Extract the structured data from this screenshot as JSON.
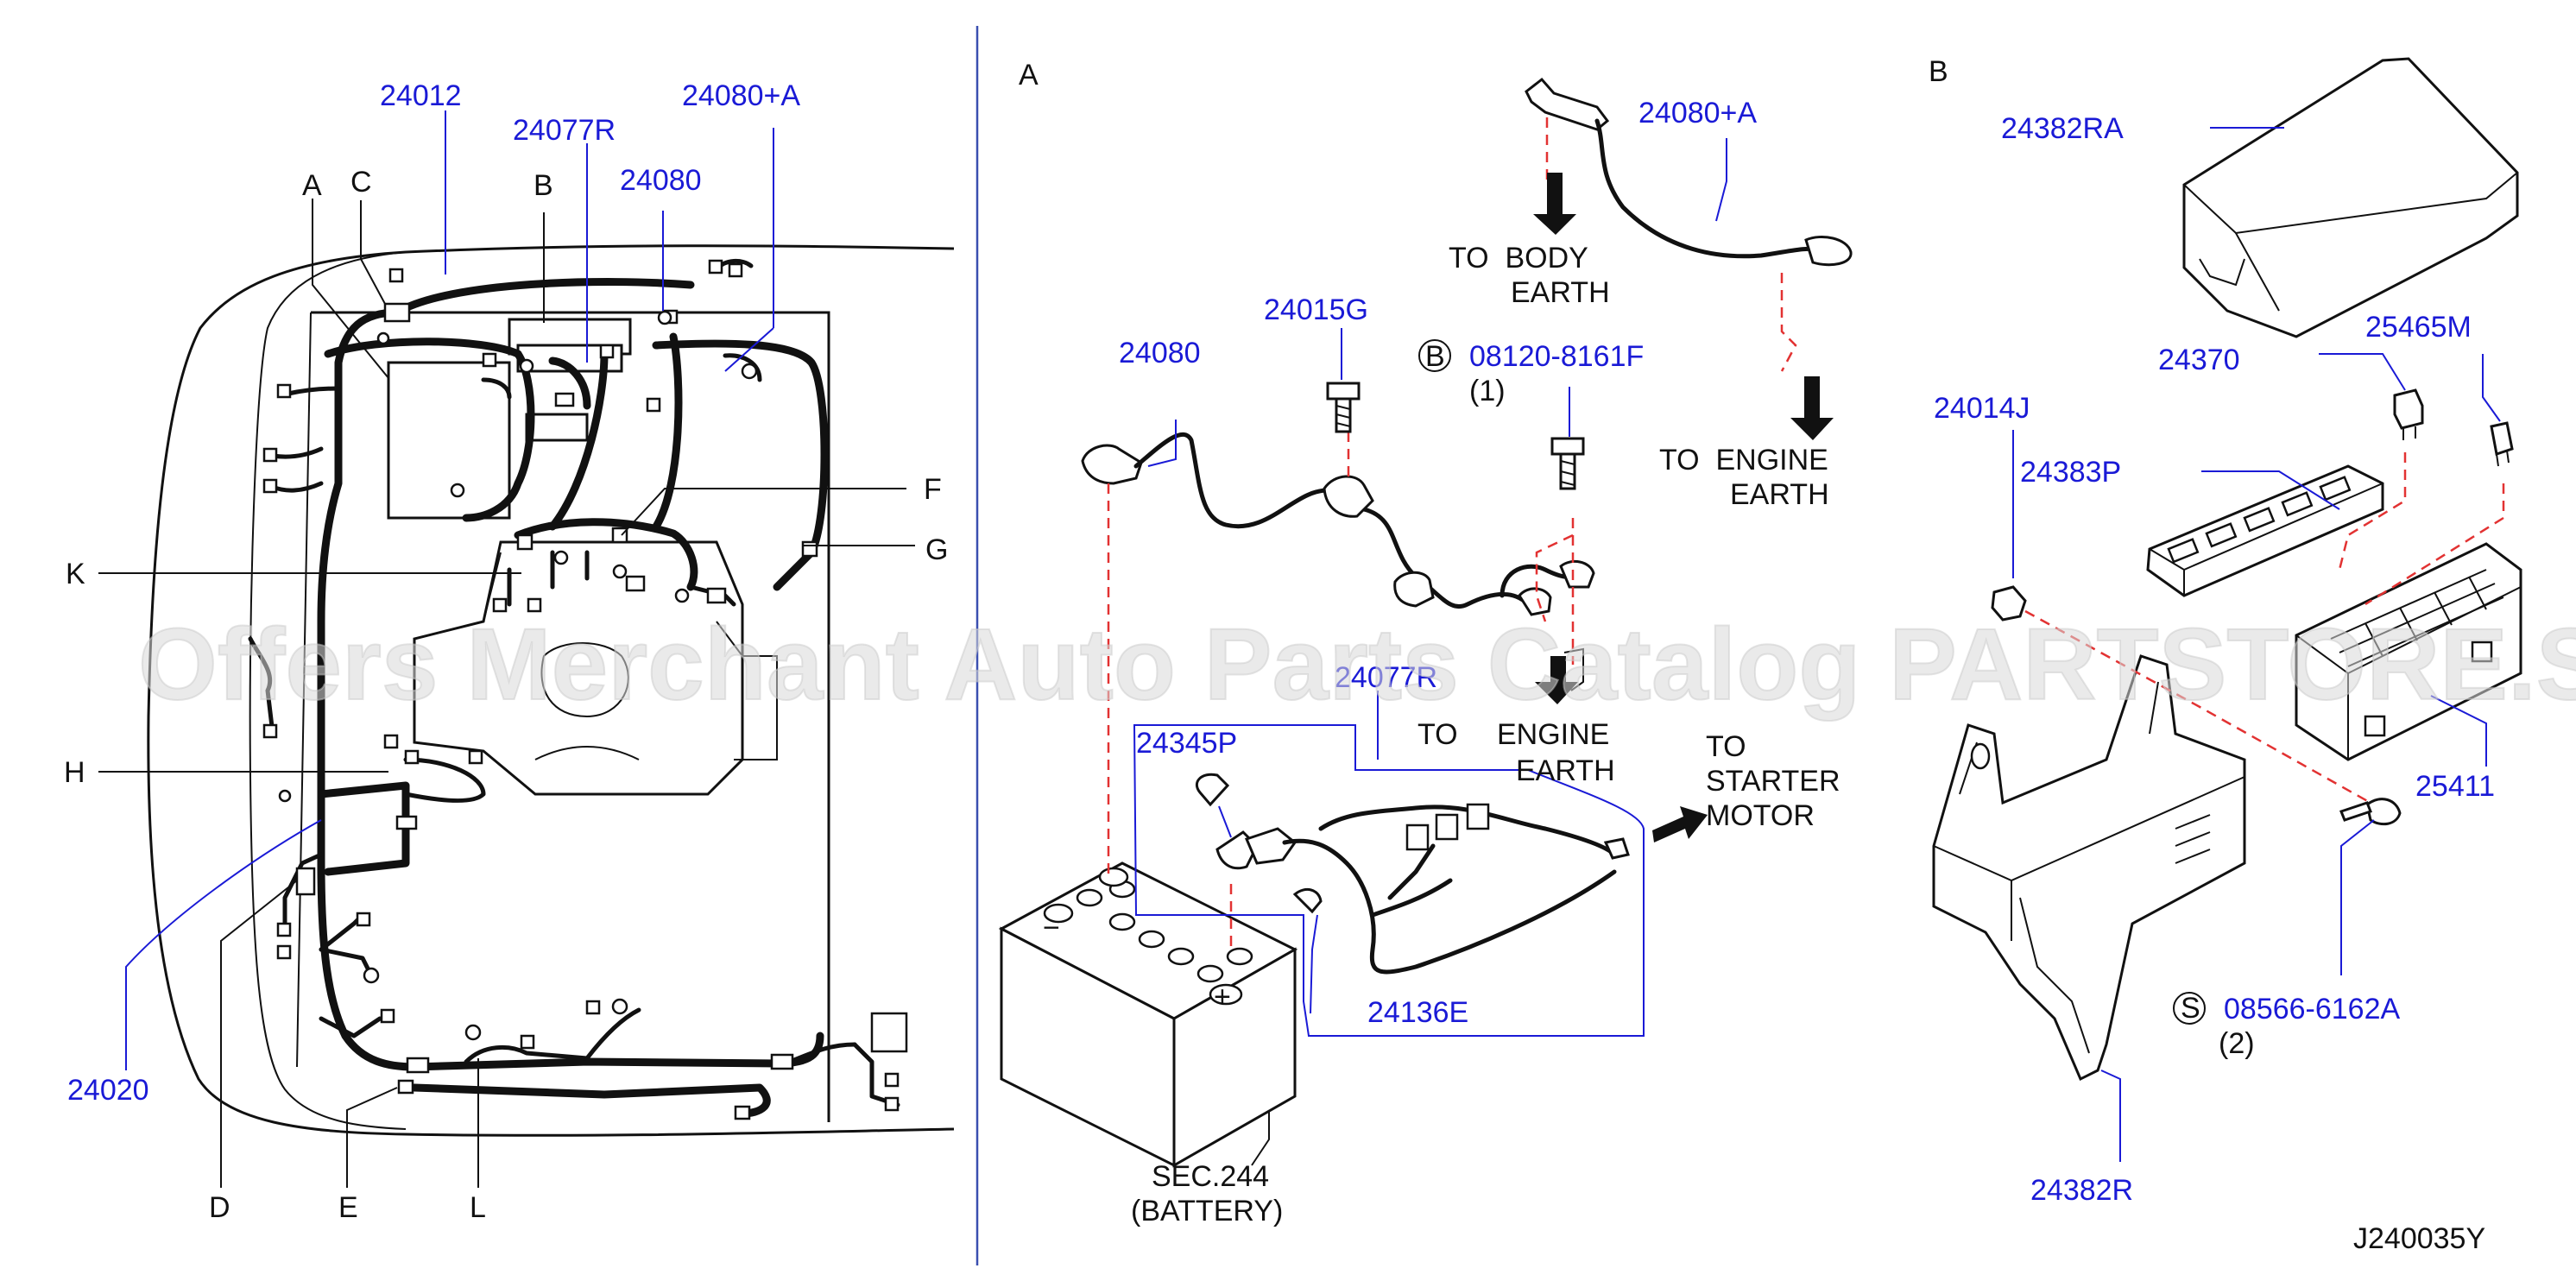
{
  "panel_left": {
    "part_numbers": {
      "p24012": "24012",
      "p24077R": "24077R",
      "p24080A": "24080+A",
      "p24080": "24080",
      "p24020": "24020"
    },
    "letters": {
      "A": "A",
      "C": "C",
      "B": "B",
      "F": "F",
      "G": "G",
      "K": "K",
      "H": "H",
      "D": "D",
      "E": "E",
      "L": "L"
    }
  },
  "panel_a": {
    "heading": "A",
    "part_numbers": {
      "p24080A": "24080+A",
      "p24015G": "24015G",
      "p24080": "24080",
      "p08120": "08120-8161F",
      "p24077R": "24077R",
      "p24345P": "24345P",
      "p24136E": "24136E"
    },
    "circle_b": "B",
    "qty1": "(1)",
    "to_body_earth": [
      "TO  BODY",
      "EARTH"
    ],
    "to_engine_earth_1": [
      "TO  ENGINE",
      "EARTH"
    ],
    "to_engine_earth_2": [
      "TO",
      "ENGINE",
      "EARTH"
    ],
    "to_starter_motor": [
      "TO",
      "STARTER",
      "MOTOR"
    ],
    "battery_ref": [
      "SEC.244",
      "(BATTERY)"
    ]
  },
  "panel_b": {
    "heading": "B",
    "part_numbers": {
      "p24382RA": "24382RA",
      "p24370": "24370",
      "p25465M": "25465M",
      "p24014J": "24014J",
      "p24383P": "24383P",
      "p25411": "25411",
      "p08566": "08566-6162A",
      "p24382R": "24382R"
    },
    "circle_s": "S",
    "qty2": "(2)"
  },
  "drawing_id": "J240035Y",
  "watermark": "Offers Merchant Auto Parts Catalog PARTSTORE.SA",
  "colors": {
    "part_number": "#1a1ad6",
    "ink": "#111111",
    "dashed": "#e23232",
    "watermark": "#d8d8d8"
  }
}
